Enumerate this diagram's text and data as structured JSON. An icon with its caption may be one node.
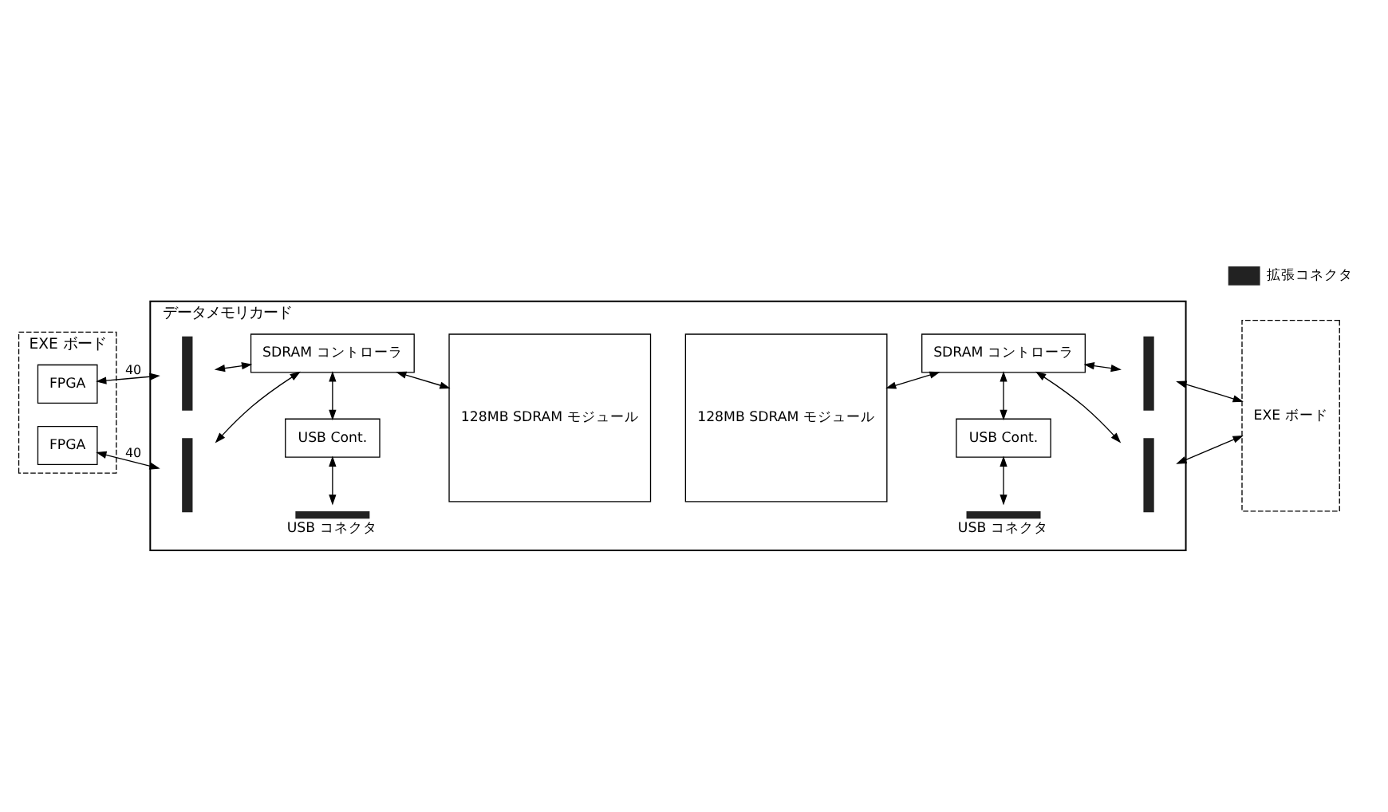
{
  "diagram": {
    "nodes": [
      {
        "text": [
          "EXE ボード"
        ]
      },
      {
        "text": [
          "FPGA"
        ],
        "in": 0
      },
      {
        "text": [
          "FPGA"
        ],
        "in": 0
      },
      {
        "text": [
          "データメモリカード"
        ]
      },
      {
        "text": [],
        "shape": "bar",
        "in": 3
      },
      {
        "text": [],
        "shape": "bar",
        "in": 3
      },
      {
        "text": [
          "SDRAM コントローラ"
        ],
        "in": 3
      },
      {
        "text": [
          "128MB SDRAM モジュール"
        ],
        "in": 3
      },
      {
        "text": [
          "128MB SDRAM モジュール"
        ],
        "in": 3
      },
      {
        "text": [
          "SDRAM コントローラ"
        ],
        "in": 3
      },
      {
        "text": [],
        "shape": "bar",
        "in": 3
      },
      {
        "text": [],
        "shape": "bar",
        "in": 3
      },
      {
        "text": [
          "USB Cont."
        ],
        "in": 3
      },
      {
        "text": [
          "USB Cont."
        ],
        "in": 3
      },
      {
        "text": [],
        "shape": "bar",
        "in": 3,
        "beside": [
          "USB コネクタ"
        ]
      },
      {
        "text": [],
        "shape": "bar",
        "in": 3,
        "beside": [
          "USB コネクタ"
        ]
      },
      {
        "text": [
          "EXE ボード"
        ]
      }
    ],
    "edges": [
      {
        "from": 1,
        "to": 4,
        "arrow": "both",
        "label": "40"
      },
      {
        "from": 2,
        "to": 5,
        "arrow": "both",
        "label": "40"
      },
      {
        "from": 4,
        "to": 6,
        "arrow": "both"
      },
      {
        "from": 5,
        "to": 6,
        "arrow": "both"
      },
      {
        "from": 6,
        "to": 7,
        "arrow": "both"
      },
      {
        "from": 6,
        "to": 12,
        "arrow": "both"
      },
      {
        "from": 12,
        "to": 14,
        "arrow": "both"
      },
      {
        "from": 8,
        "to": 9,
        "arrow": "both"
      },
      {
        "from": 9,
        "to": 10,
        "arrow": "both"
      },
      {
        "from": 9,
        "to": 11,
        "arrow": "both"
      },
      {
        "from": 9,
        "to": 13,
        "arrow": "both"
      },
      {
        "from": 13,
        "to": 15,
        "arrow": "both"
      },
      {
        "from": 10,
        "to": 16,
        "arrow": "both"
      },
      {
        "from": 11,
        "to": 16,
        "arrow": "both"
      }
    ],
    "legend": [
      {
        "text": "拡張コネクタ"
      }
    ]
  }
}
